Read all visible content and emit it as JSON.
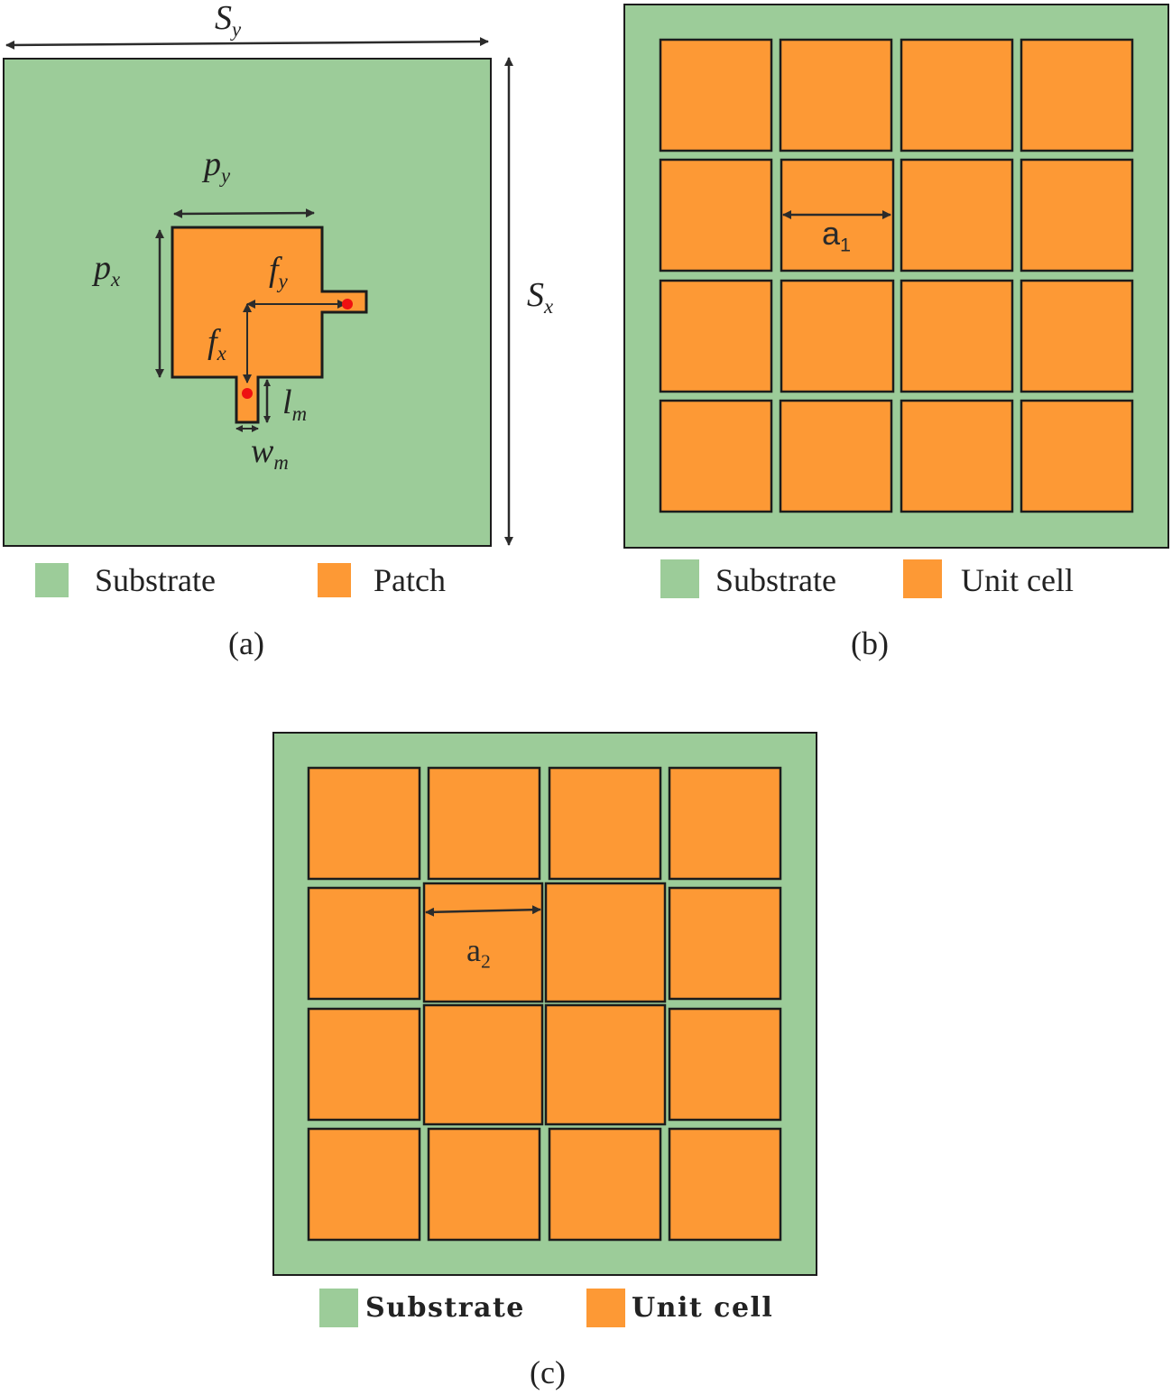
{
  "colors": {
    "substrate": "#9ccc99",
    "patch": "#fd9935",
    "outline": "#1c1c1c",
    "feed_point": "#ee1111",
    "arrow": "#2b2b2b"
  },
  "panel_a": {
    "caption": "(a)",
    "dims": {
      "Sy": {
        "base": "S",
        "sub": "y"
      },
      "Sx": {
        "base": "S",
        "sub": "x"
      },
      "py": {
        "base": "p",
        "sub": "y"
      },
      "px": {
        "base": "p",
        "sub": "x"
      },
      "fy": {
        "base": "f",
        "sub": "y"
      },
      "fx": {
        "base": "f",
        "sub": "x"
      },
      "lm": {
        "base": "l",
        "sub": "m"
      },
      "wm": {
        "base": "w",
        "sub": "m"
      }
    },
    "legend": [
      {
        "label": "Substrate",
        "color": "#9ccc99"
      },
      {
        "label": "Patch",
        "color": "#fd9935"
      }
    ]
  },
  "panel_b": {
    "caption": "(b)",
    "grid": "4x4 uniform unit cells",
    "dim": {
      "base": "a",
      "sub": "1"
    },
    "legend": [
      {
        "label": "Substrate",
        "color": "#9ccc99"
      },
      {
        "label": "Unit cell",
        "color": "#fd9935"
      }
    ]
  },
  "panel_c": {
    "caption": "(c)",
    "grid": "4x4 unit cells, enlarged central 2x2",
    "dim": {
      "base": "a",
      "sub": "2"
    },
    "legend": [
      {
        "label": "Substrate",
        "color": "#9ccc99"
      },
      {
        "label": "Unit cell",
        "color": "#fd9935"
      }
    ]
  }
}
